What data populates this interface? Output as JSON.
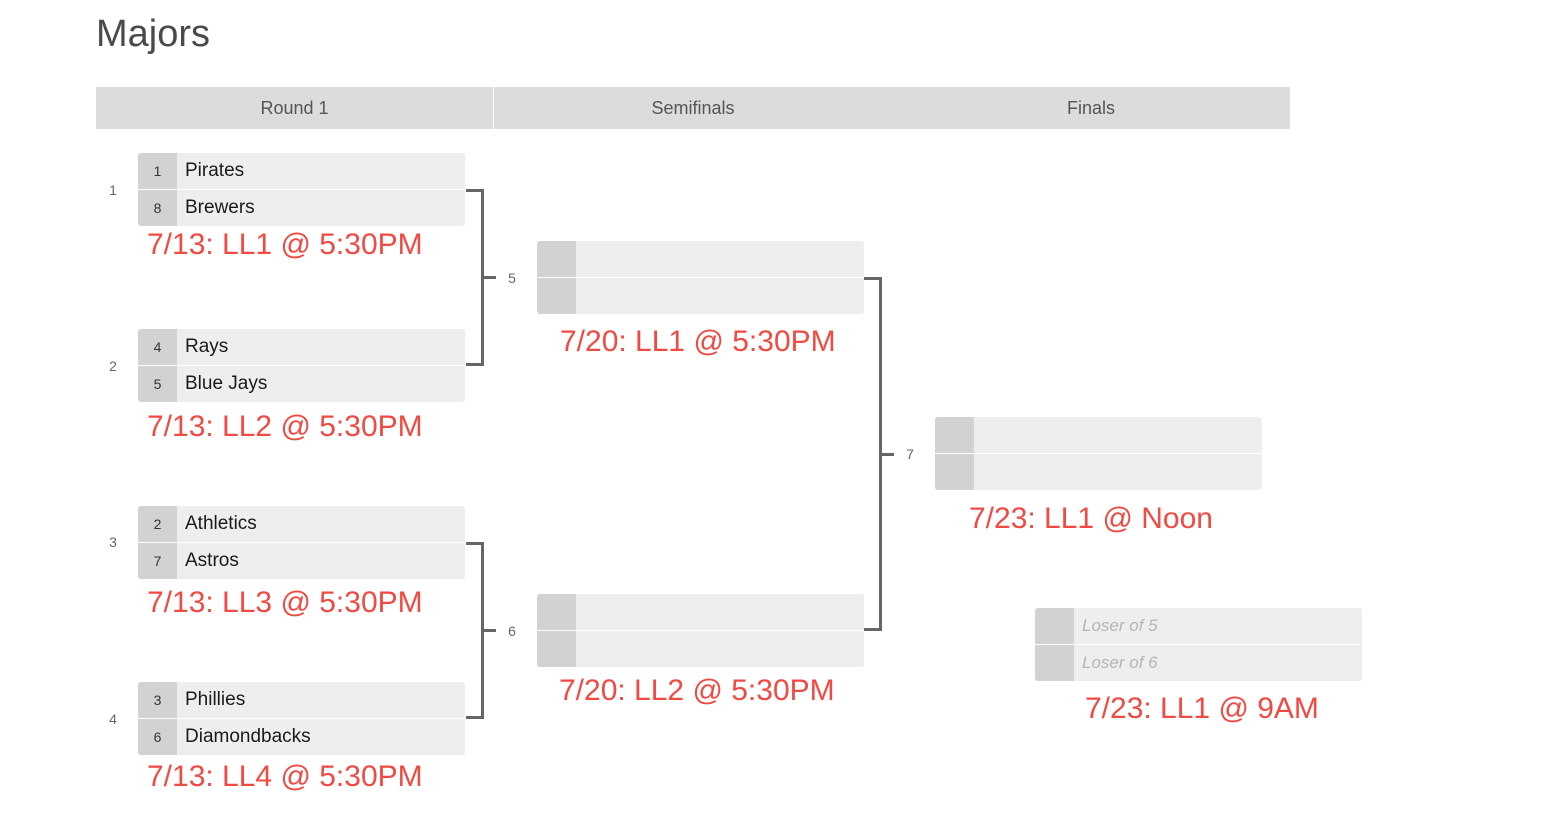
{
  "title": "Majors",
  "rounds": [
    "Round 1",
    "Semifinals",
    "Finals"
  ],
  "round1": [
    {
      "num": "1",
      "teams": [
        {
          "seed": "1",
          "name": "Pirates"
        },
        {
          "seed": "8",
          "name": "Brewers"
        }
      ],
      "schedule": "7/13: LL1 @ 5:30PM"
    },
    {
      "num": "2",
      "teams": [
        {
          "seed": "4",
          "name": "Rays"
        },
        {
          "seed": "5",
          "name": "Blue Jays"
        }
      ],
      "schedule": "7/13: LL2 @ 5:30PM"
    },
    {
      "num": "3",
      "teams": [
        {
          "seed": "2",
          "name": "Athletics"
        },
        {
          "seed": "7",
          "name": "Astros"
        }
      ],
      "schedule": "7/13: LL3 @ 5:30PM"
    },
    {
      "num": "4",
      "teams": [
        {
          "seed": "3",
          "name": "Phillies"
        },
        {
          "seed": "6",
          "name": "Diamondbacks"
        }
      ],
      "schedule": "7/13: LL4 @ 5:30PM"
    }
  ],
  "semifinals": [
    {
      "num": "5",
      "schedule": "7/20: LL1 @ 5:30PM"
    },
    {
      "num": "6",
      "schedule": "7/20: LL2 @ 5:30PM"
    }
  ],
  "finals": {
    "num": "7",
    "schedule": "7/23: LL1 @ Noon"
  },
  "third_place": {
    "teams": [
      {
        "name": "Loser of 5"
      },
      {
        "name": "Loser of 6"
      }
    ],
    "schedule": "7/23: LL1 @ 9AM"
  },
  "colors": {
    "header_bg": "#dcdcdc",
    "team_bg": "#eeeeee",
    "seed_bg": "#d2d2d2",
    "schedule_text": "#f04a43",
    "connector": "#666666"
  }
}
